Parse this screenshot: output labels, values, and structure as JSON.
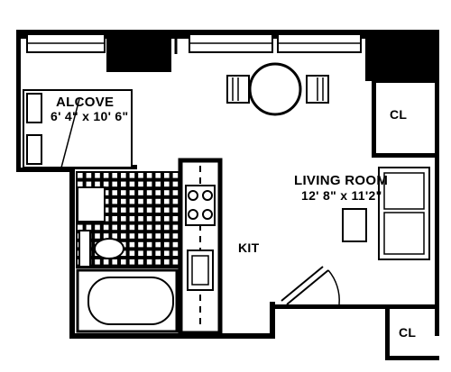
{
  "rooms": {
    "alcove": {
      "name": "ALCOVE",
      "dimensions": "6' 4\" x 10' 6\""
    },
    "living_room": {
      "name": "LIVING ROOM",
      "dimensions": "12' 8\" x 11'2\""
    },
    "kitchen": {
      "name": "KIT"
    },
    "closet_top": {
      "name": "CL"
    },
    "closet_bottom": {
      "name": "CL"
    }
  }
}
